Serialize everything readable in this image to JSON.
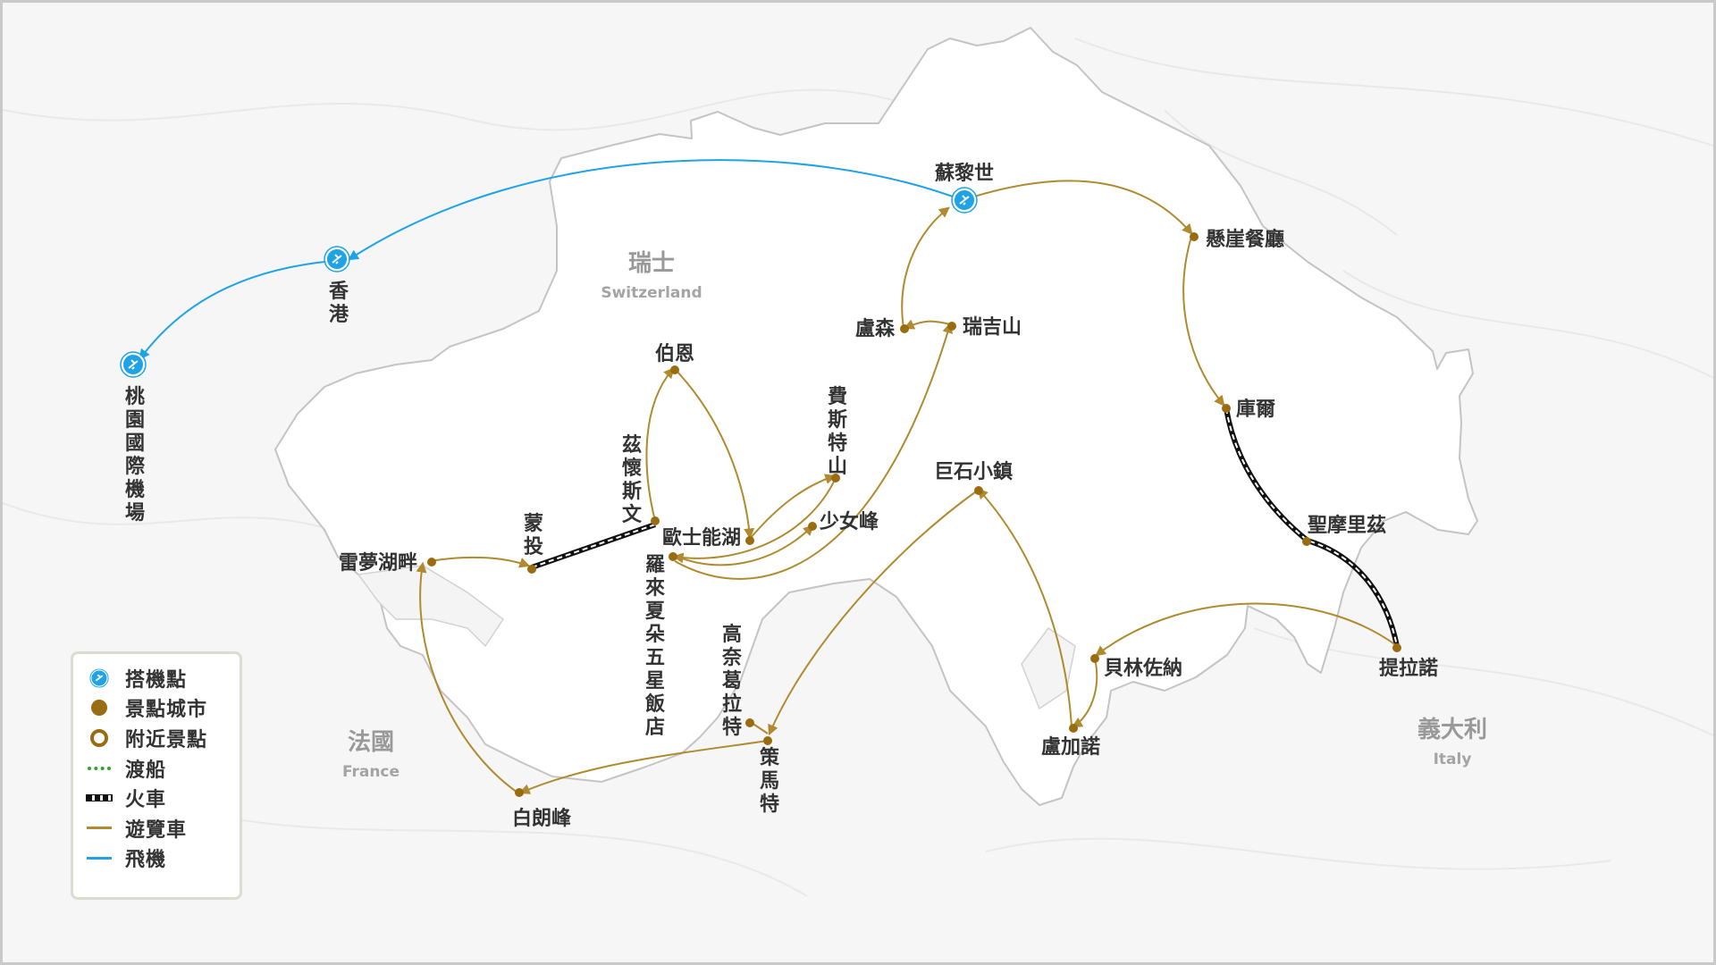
{
  "countries": {
    "switzerland": {
      "zh": "瑞士",
      "en": "Switzerland"
    },
    "france": {
      "zh": "法國",
      "en": "France"
    },
    "italy": {
      "zh": "義大利",
      "en": "Italy"
    }
  },
  "places": {
    "taoyuan": "桃園國際機場",
    "hongkong": "香港",
    "zurich": "蘇黎世",
    "cliff_restaurant": "懸崖餐廳",
    "lucerne": "盧森",
    "rigi": "瑞吉山",
    "bern": "伯恩",
    "first": "費斯特山",
    "zweisimmen": "茲懷斯文",
    "interlaken": "歐士能湖",
    "jungfrau": "少女峰",
    "montreux": "蒙投",
    "lac_leman": "雷夢湖畔",
    "lauterbrunnen": "羅來夏朵五星飯店",
    "gornergrat": "高奈葛拉特",
    "zermatt": "策馬特",
    "mont_blanc": "白朗峰",
    "stonetown": "巨石小鎮",
    "chur": "庫爾",
    "st_moritz": "聖摩里茲",
    "tirano": "提拉諾",
    "bellinzona": "貝林佐納",
    "lugano": "盧加諾"
  },
  "legend": {
    "items": [
      {
        "label": "搭機點",
        "icon": "airport-icon"
      },
      {
        "label": "景點城市",
        "icon": "city-dot-icon"
      },
      {
        "label": "附近景點",
        "icon": "nearby-ring-icon"
      },
      {
        "label": "渡船",
        "icon": "ferry-line-icon"
      },
      {
        "label": "火車",
        "icon": "train-line-icon"
      },
      {
        "label": "遊覽車",
        "icon": "bus-line-icon"
      },
      {
        "label": "飛機",
        "icon": "plane-line-icon"
      }
    ]
  },
  "colors": {
    "bus": "#b08a2e",
    "plane": "#1ea3e6",
    "train": "#111111",
    "ferry": "#2ea32e",
    "city": "#9a6c12",
    "land": "#ffffff",
    "border": "#c4c4c4"
  }
}
